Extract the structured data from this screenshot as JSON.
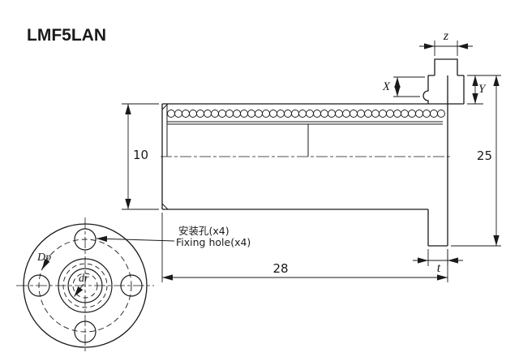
{
  "title": "LMF5LAN",
  "colors": {
    "line": "#1a1a1a",
    "background": "#ffffff"
  },
  "side_view": {
    "dim_height_body": "10",
    "dim_height_flange": "25",
    "dim_length": "28",
    "dim_z": "z",
    "dim_x": "X",
    "dim_y": "Y",
    "dim_t": "t"
  },
  "front_view": {
    "dim_dp": "Dp",
    "dim_dr": "dr",
    "callout_line1": "安装孔(x4)",
    "callout_line2": "Fixing hole(x4)"
  }
}
